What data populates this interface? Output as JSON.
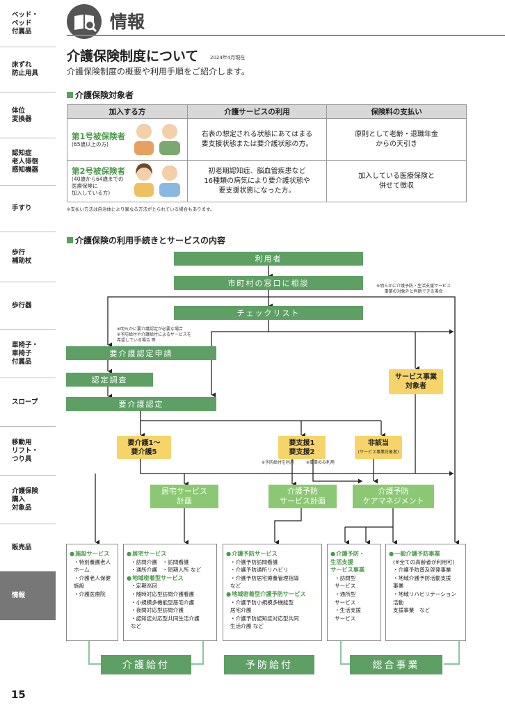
{
  "sidebar": {
    "items": [
      {
        "label": "ベッド・\nベッド\n付属品"
      },
      {
        "label": "床ずれ\n防止用具"
      },
      {
        "label": "体位\n変換器"
      },
      {
        "label": "認知症\n老人徘徊\n感知機器"
      },
      {
        "label": "手すり"
      },
      {
        "label": "歩行\n補助杖"
      },
      {
        "label": "歩行器"
      },
      {
        "label": "車椅子・\n車椅子\n付属品"
      },
      {
        "label": "スロープ"
      },
      {
        "label": "移動用\nリフト・\nつり具"
      },
      {
        "label": "介護保険\n購入\n対象品"
      },
      {
        "label": "販売品"
      },
      {
        "label": "情報"
      }
    ],
    "active_index": 12
  },
  "header": {
    "title": "情報",
    "icon": "book-search-icon"
  },
  "page": {
    "title": "介護保険制度について",
    "date": "2024年4月現在",
    "intro": "介護保険制度の概要や利用手順をご紹介します。",
    "page_number": "15"
  },
  "section1": {
    "title": "介護保険対象者",
    "headers": [
      "加入する方",
      "介護サービスの利用",
      "保険料の支払い"
    ],
    "rows": [
      {
        "name": "第1号被保険者",
        "sub": "(65歳以上の方)",
        "usage": "右表の想定される状態にあてはまる\n要支援状態または要介護状態の方。",
        "payment": "原則として老齢・退職年金\nからの天引き"
      },
      {
        "name": "第2号被保険者",
        "sub": "(40歳から64歳までの\n医療保険に\n加入している方)",
        "usage": "初老期認知症、脳血管疾患など\n16種類の病気により要介護状態や\n要支援状態になった方。",
        "payment": "加入している医療保険と\n併せて徴収"
      }
    ],
    "note": "※支払い方法は自治体により異なる方法がとられている場合もあります。"
  },
  "section2": {
    "title": "介護保険の利用手続きとサービスの内容",
    "flow": {
      "user": "利用者",
      "consult": "市町村の窓口に相談",
      "checklist": "チェックリスト",
      "apply": "要介護認定申請",
      "survey": "認定調査",
      "certify": "要介護認定",
      "care": "要介護1〜\n要介護5",
      "support": "要支援1\n要支援2",
      "ineligible": "非該当",
      "ineligible_sub": "(サービス事業対象者)",
      "service_target": "サービス事業\n対象者",
      "home_plan": "居宅サービス\n計画",
      "prevent_plan": "介護予防\nサービス計画",
      "prevent_care": "介護予防\nケアマネジメント"
    },
    "notes": {
      "top_right": "※明らかに介護予防・生活支援サービス\n事業の対象外と判断できる場合",
      "left": "※明らかに要介護認定が必要な場合\n※予防給付や介護給付によるサービスを\n希望している場合 等",
      "prevent_use": "※予防給付を利用",
      "project_only": "※事業のみ利用"
    },
    "services": {
      "facility": {
        "title": "施設サービス",
        "items": [
          "特別養護老人\nホーム",
          "介護老人保健\n施設",
          "介護医療院"
        ]
      },
      "home": {
        "title": "居宅サービス",
        "rows": [
          "訪問介護　・訪問看護",
          "通所介護　・短期入所 など"
        ],
        "title2": "地域密着型サービス",
        "items2": [
          "定期巡回",
          "随時対応型訪問介護看護",
          "小規模多機能型居宅介護",
          "夜間対応型訪問介護",
          "認知症対応型共同生活介護\nなど"
        ]
      },
      "prevent": {
        "title": "介護予防サービス",
        "items": [
          "介護予防訪問看護",
          "介護予防通所リハビリ",
          "介護予防居宅療養管理指導\nなど"
        ],
        "title2": "地域密着型介護予防サービス",
        "items2": [
          "介護予防小規模多機能型\n居宅介護",
          "介護予防認知症対応型共同\n生活介護 など"
        ]
      },
      "daily": {
        "title": "介護予防・\n生活支援\nサービス事業",
        "items": [
          "訪問型\nサービス",
          "通所型\nサービス",
          "生活支援\nサービス"
        ]
      },
      "general": {
        "title": "一般介護予防事業",
        "sub": "(※全ての高齢者が利用可)",
        "items": [
          "介護予防普及啓発事業",
          "地域介護予防活動支援\n事業",
          "地域リハビリテーション\n活動\n支援事業　など"
        ]
      }
    },
    "payouts": [
      "介護給付",
      "予防給付",
      "総合事業"
    ]
  }
}
